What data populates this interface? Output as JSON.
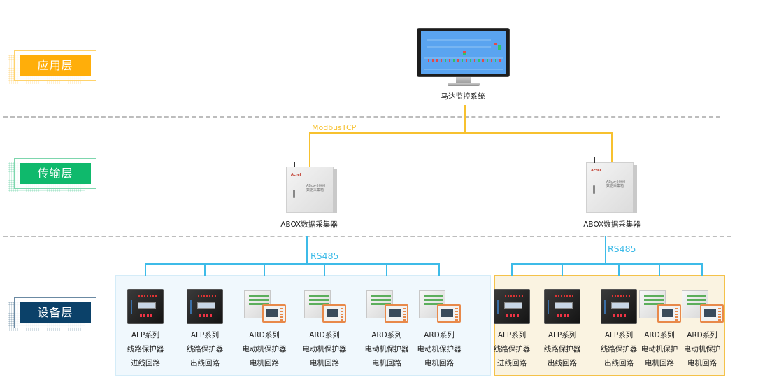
{
  "layers": [
    {
      "label": "应用层",
      "color": "#ffae0a",
      "frame_color": "#ffd36b"
    },
    {
      "label": "传输层",
      "color": "#0fb96c",
      "frame_color": "#7dd6ad"
    },
    {
      "label": "设备层",
      "color": "#0b4169",
      "frame_color": "#6b8aa3"
    }
  ],
  "monitor": {
    "label": "马达监控系统"
  },
  "protocols": {
    "tcp": {
      "label": "ModbusTCP",
      "color": "#f7c12f"
    },
    "rs485": {
      "label": "RS485",
      "color": "#3dbbe8"
    }
  },
  "collectors": [
    {
      "label": "ABOX数据采集器",
      "brand": "Acrel",
      "model": "ABox-5060",
      "model_sub": "数据采集箱"
    },
    {
      "label": "ABOX数据采集器",
      "brand": "Acrel",
      "model": "ABox-5060",
      "model_sub": "数据采集箱"
    }
  ],
  "device_groups": [
    {
      "background": "#f0f8fd",
      "border": "#d4ecf8",
      "devices": [
        {
          "type": "ALP",
          "lines": [
            "ALP系列",
            "线路保护器",
            "进线回路"
          ]
        },
        {
          "type": "ALP",
          "lines": [
            "ALP系列",
            "线路保护器",
            "出线回路"
          ]
        },
        {
          "type": "ARD",
          "lines": [
            "ARD系列",
            "电动机保护器",
            "电机回路"
          ]
        },
        {
          "type": "ARD",
          "lines": [
            "ARD系列",
            "电动机保护器",
            "电机回路"
          ]
        },
        {
          "type": "ARD",
          "lines": [
            "ARD系列",
            "电动机保护器",
            "电机回路"
          ]
        },
        {
          "type": "ARD",
          "lines": [
            "ARD系列",
            "电动机保护器",
            "电机回路"
          ]
        }
      ]
    },
    {
      "background": "#faf3e1",
      "border": "#f4c24a",
      "devices": [
        {
          "type": "ALP",
          "lines": [
            "ALP系列",
            "线路保护器",
            "进线回路"
          ]
        },
        {
          "type": "ALP",
          "lines": [
            "ALP系列",
            "线路保护器",
            "出线回路"
          ]
        },
        {
          "type": "ALP",
          "lines": [
            "ALP系列",
            "线路保护器",
            "出线回路"
          ]
        },
        {
          "type": "ARD",
          "lines": [
            "ARD系列",
            "电动机保护",
            "电机回路"
          ]
        },
        {
          "type": "ARD",
          "lines": [
            "ARD系列",
            "电动机保护",
            "电机回路"
          ]
        }
      ]
    }
  ]
}
